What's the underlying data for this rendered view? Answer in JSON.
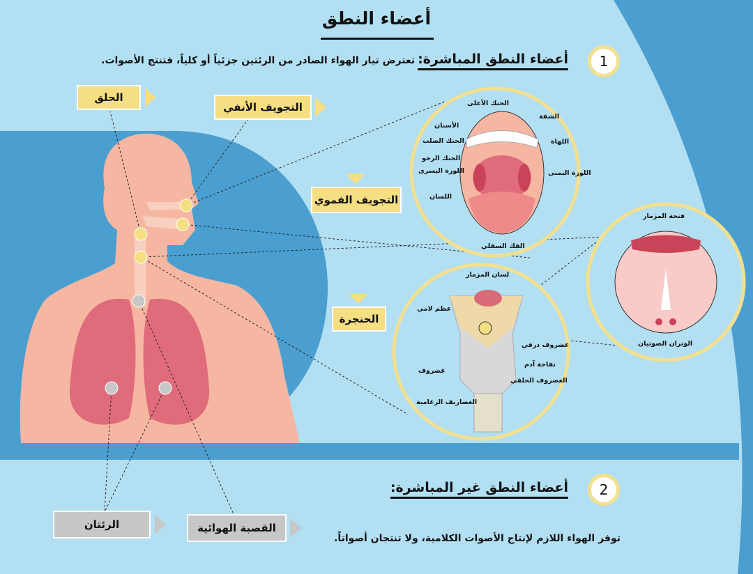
{
  "title": "أعضاء النطق",
  "section1": {
    "number": "1",
    "heading": "أعضاء النطق المباشرة:",
    "description": "تعترض تيار الهواء الصادر من الرئتين جزئياً أو كلياً، فتنتج الأصوات."
  },
  "section2": {
    "number": "2",
    "heading": "أعضاء النطق غير المباشرة:",
    "description": "توفر الهواء اللازم لإنتاج الأصوات الكلامية، ولا تنتجان أصواتاً."
  },
  "labels": {
    "pharynx": "الحلق",
    "nasal_cavity": "التجويف الأنفي",
    "oral_cavity": "التجويف الفموي",
    "larynx": "الحنجرة",
    "lungs": "الرئتان",
    "trachea": "القصبة الهوائية"
  },
  "mouth": {
    "upper_palate": "الحنك الأعلى",
    "lip": "الشفة",
    "teeth": "الأسنان",
    "hard_palate": "الحنك الصلب",
    "uvula": "اللهاة",
    "soft_palate": "الحنك الرخو",
    "left_tonsil": "اللوزة اليسرى",
    "right_tonsil": "اللوزة اليمنى",
    "tongue": "اللسان",
    "lower_jaw": "الفك السفلي"
  },
  "larynx_parts": {
    "epiglottis": "لسان المزمار",
    "hyoid": "عظم لامي",
    "thyroid": "غضروف درقي",
    "adams_apple": "تفاحة آدم",
    "cartilage": "غضروف",
    "cricoid": "الغضروف الحلقي",
    "tracheal_rings": "الغضاريف الرغامية"
  },
  "glottis": {
    "opening": "فتحة المزمار",
    "vocal_cords": "الوتران الصوتيان"
  },
  "colors": {
    "bg": "#b3dff3",
    "dark": "#4b9fd0",
    "yellow": "#f6de83",
    "gray": "#c7c7c7",
    "skin": "#f6b7a2",
    "lung": "#e06b7a"
  }
}
